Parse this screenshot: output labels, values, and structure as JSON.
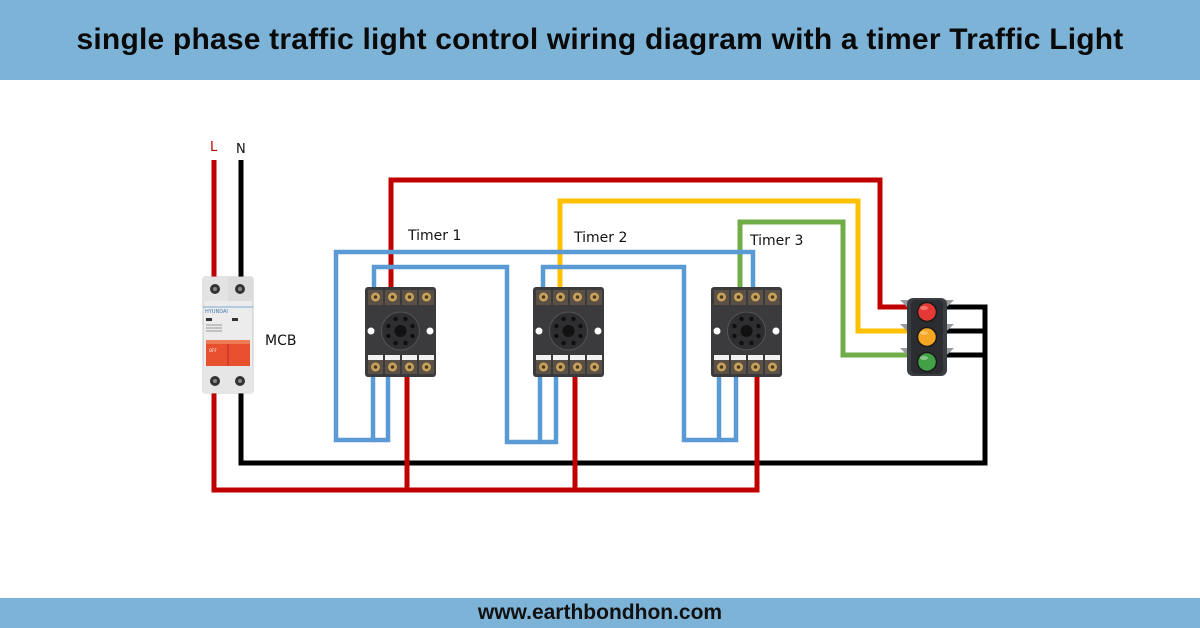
{
  "header": {
    "title": "single phase traffic light control wiring diagram with a timer Traffic Light"
  },
  "footer": {
    "website": "www.earthbondhon.com"
  },
  "labels": {
    "live": "L",
    "neutral": "N",
    "mcb": "MCB",
    "timer1": "Timer 1",
    "timer2": "Timer 2",
    "timer3": "Timer 3"
  },
  "mcb": {
    "brand": "HYUNDAI",
    "switch_text": "OFF"
  },
  "colors": {
    "header_bg": "#7EB3D8",
    "live_wire": "#C00000",
    "neutral_wire": "#000000",
    "control_wire_blue": "#5B9BD5",
    "yellow_wire": "#FFC000",
    "green_wire": "#70AD47",
    "red_lamp": "#E53935",
    "amber_lamp": "#F5A623",
    "green_lamp": "#43A047"
  }
}
